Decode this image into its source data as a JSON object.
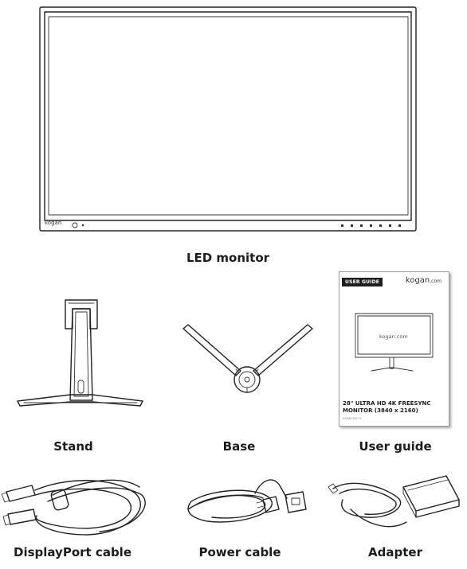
{
  "items": {
    "monitor": {
      "label": "LED monitor",
      "brand": "kogan"
    },
    "stand": {
      "label": "Stand"
    },
    "base": {
      "label": "Base"
    },
    "user_guide": {
      "label": "User guide",
      "badge": "USER GUIDE",
      "brand": "kogan",
      "brand_suffix": ".com",
      "mini_brand": "kogan.com",
      "title_line1": "28\" ULTRA HD 4K FREESYNC",
      "title_line2": "MONITOR (3840 x 2160)",
      "model": "KAMN28UF7E"
    },
    "displayport_cable": {
      "label": "DisplayPort cable"
    },
    "power_cable": {
      "label": "Power cable"
    },
    "adapter": {
      "label": "Adapter"
    }
  }
}
